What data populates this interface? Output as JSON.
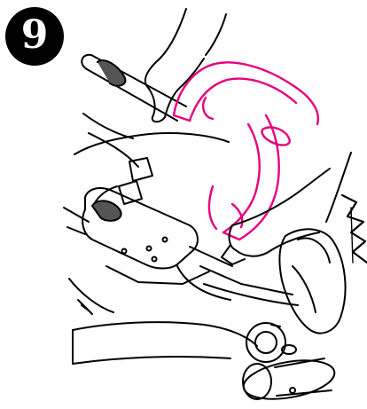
{
  "step": {
    "number": "9"
  },
  "colors": {
    "highlight": "#e6007e",
    "line": "#000000",
    "badge": "#000000",
    "shade": "#555555"
  },
  "icons": [
    "step-number-badge",
    "hand",
    "handle-bar",
    "bumper-bar",
    "wheel",
    "click-burst"
  ]
}
